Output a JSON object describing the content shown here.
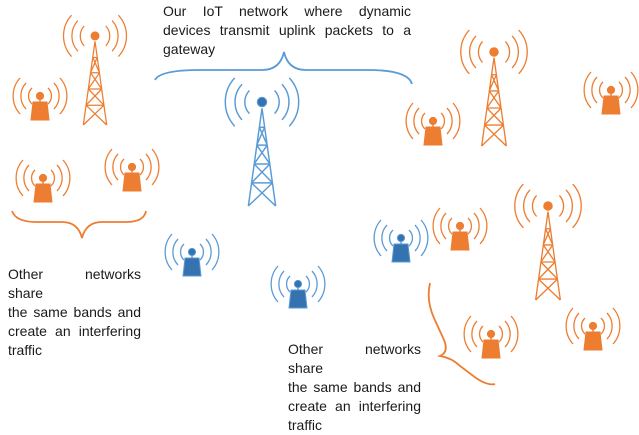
{
  "captions": {
    "top": {
      "lines": [
        "Our IoT network where dynamic",
        "devices transmit uplink packets to a",
        "gateway"
      ]
    },
    "left": {
      "lines": [
        "Other networks share",
        "the same bands and",
        "create an interfering",
        "traffic"
      ]
    },
    "bottom_right": {
      "lines": [
        "Other networks share",
        "the same bands and",
        "create an interfering",
        "traffic"
      ]
    }
  },
  "colors": {
    "our_network": "#3572b0",
    "our_network_light": "#5b9bd5",
    "other_networks": "#ed7d31"
  },
  "icons": {
    "gateway": "cell-tower-icon",
    "device": "radio-device-icon"
  }
}
